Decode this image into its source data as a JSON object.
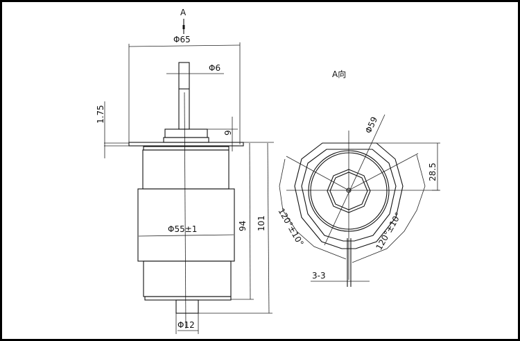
{
  "side_view": {
    "view_arrow_label": "A",
    "dim_outer_diameter": "Φ65",
    "dim_shaft_diameter": "Φ6",
    "dim_flange_thickness": "1.75",
    "dim_hub_height": "9",
    "dim_body_length": "94",
    "dim_total_length": "101",
    "dim_body_diameter": "Φ55±1",
    "dim_bottom_stub_diameter": "Φ12"
  },
  "end_view": {
    "title": "A向",
    "dim_diameter": "Φ59",
    "dim_offset": "28.5",
    "dim_angle_left": "120°±10°",
    "dim_angle_right": "120°±10°",
    "dim_slot_width": "3-3"
  }
}
